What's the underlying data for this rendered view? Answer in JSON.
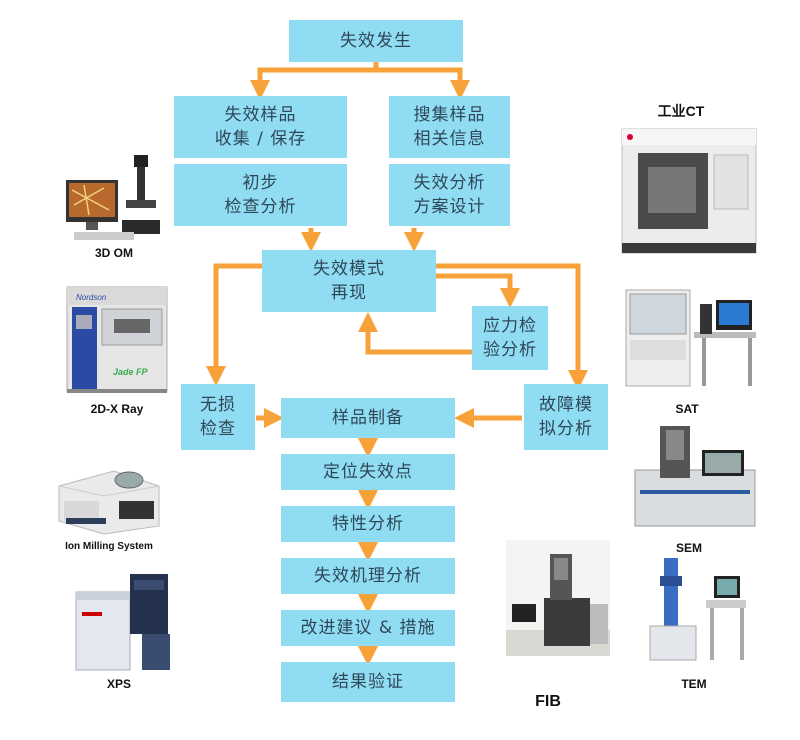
{
  "flow": {
    "failure_occurs": "失效发生",
    "sample_collect": "失效样品\n收集 / 保存",
    "gather_info": "搜集样品\n相关信息",
    "initial_inspect": "初步\n检查分析",
    "analysis_plan": "失效分析\n方案设计",
    "reproduce": "失效模式\n再现",
    "stress_analysis": "应力检\n验分析",
    "nondestructive": "无损\n检查",
    "sample_prep": "样品制备",
    "fault_sim": "故障模\n拟分析",
    "locate": "定位失效点",
    "characterize": "特性分析",
    "mechanism": "失效机理分析",
    "improve": "改进建议 & 措施",
    "verify": "结果验证"
  },
  "equipment": {
    "om": "3D OM",
    "xray": "2D-X Ray",
    "xray_brand": "Jade FP",
    "ion": "Ion Milling System",
    "xps": "XPS",
    "ct": "工业CT",
    "sat": "SAT",
    "sem": "SEM",
    "fib": "FIB",
    "tem": "TEM"
  },
  "colors": {
    "box": "#8fdcf3",
    "arrow": "#f7a13b",
    "text": "#2f4858"
  }
}
